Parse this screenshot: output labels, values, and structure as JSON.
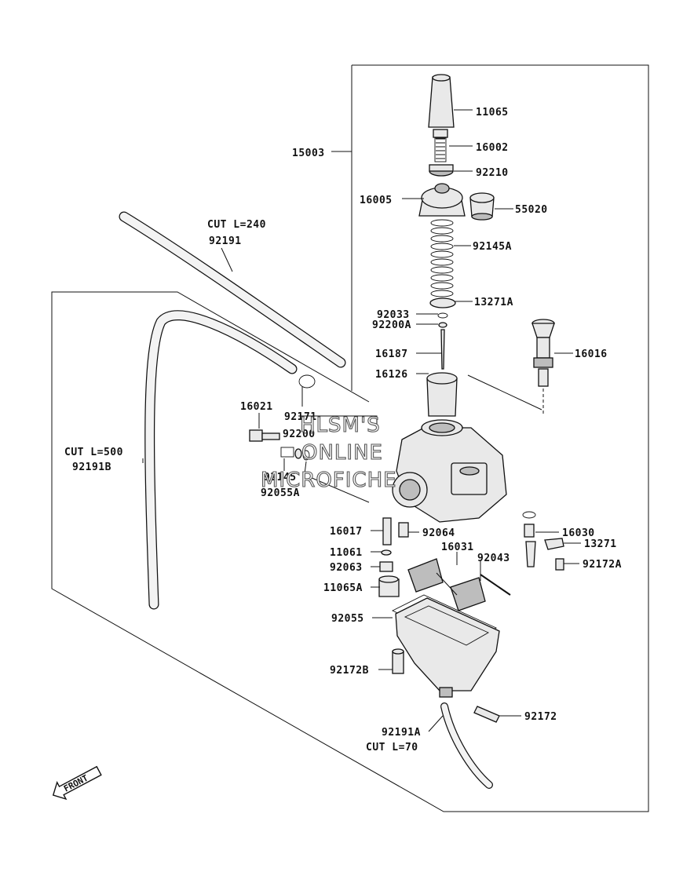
{
  "parts": {
    "p11065": "11065",
    "p16002": "16002",
    "p92210": "92210",
    "p15003": "15003",
    "p16005": "16005",
    "p55020": "55020",
    "p92145A": "92145A",
    "p13271A": "13271A",
    "p92033": "92033",
    "p92200A": "92200A",
    "p16187": "16187",
    "p16126": "16126",
    "p16016": "16016",
    "p92191_cut": "CUT L=240",
    "p92191": "92191",
    "p16021": "16021",
    "p92171": "92171",
    "p92200": "92200",
    "p92191B_cut": "CUT L=500",
    "p92191B": "92191B",
    "p92145": "92145",
    "p92055A": "92055A",
    "p16017": "16017",
    "p92064": "92064",
    "p16030": "16030",
    "p13271": "13271",
    "p16031": "16031",
    "p92043": "92043",
    "p92172A": "92172A",
    "p11061": "11061",
    "p92063": "92063",
    "p11065A": "11065A",
    "p92055": "92055",
    "p92172B": "92172B",
    "p92172": "92172",
    "p92191A": "92191A",
    "p92191A_cut": "CUT L=70"
  },
  "watermark": {
    "line1": "HLSM'S",
    "line2": "ONLINE",
    "line3": "MICROFICHE"
  },
  "front_label": "FRONT"
}
